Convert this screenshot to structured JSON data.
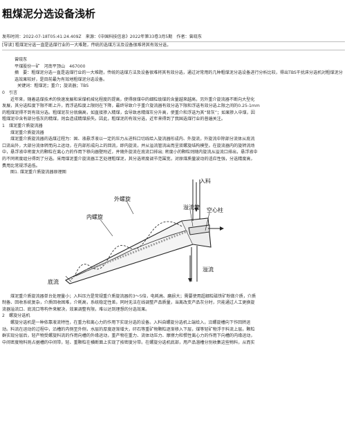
{
  "title": "粗煤泥分选设备浅析",
  "meta": "发布时间：2022-07-18T05:41:24.409Z　来源：《中国科技信息》2022年第33卷3月5期　作者：曾晓东",
  "guide": "[导读] 粗煤泥分选一直是选煤行业的一大难题，传统的选煤方法及设备很难将其有效分选，",
  "author_name": "曾晓东",
  "author_org": "平煤股份一矿　河南平顶山　467000",
  "abstract": "摘　要：粗煤泥分选一直是选煤行业的一大难题，传统的选煤方法及设备很难将其有效分选，通过对常用的几种粗煤泥分选设备进行分析比较，得出TBS干扰床分选机对粗煤泥分选效果较好，是目前最为有效地粗煤泥分选设备。",
  "keywords": "关键词：粗煤泥；重介；旋流器；TBS",
  "section0_heading": "0　引言",
  "section0_lines": [
    "近年来，随着选煤技术的快速发展和采煤机械化程度的提高，使得原煤中的细粒级煤的含量越来越高，另外重介旋流器不断向大型化",
    "发展，其分选粒度下限不断上升，而浮选粒度上限则在下降，最终导致介于重介旋流器有效分选下限和浮选有效分选上限之间的0.25-1mm",
    "的粗煤泥得不到有效分选。粗煤泥灰分就偏高，如直接掺入精煤，会导致总精煤灰分升高，使重介和浮选为其“背灰”；如果掺入中煤，因",
    "粗煤泥中含有部分低灰的精煤，则会造成精煤损失。因此，粗煤泥的有效分选，近年来得到了我国选煤行业的普遍关注。"
  ],
  "section1_heading": "1　煤泥重介质旋流器",
  "section1_sub": "煤泥重介质旋流器",
  "section1_lines": [
    "煤泥重介质旋流器的选煤过程为：固、液悬浮液以一定的压力从进料口切线给入旋流器形成内、外旋流，外旋流中除部分流体从底流",
    "口流出外，大部分流体转而向上运动，在内部形成向上的回流，即内旋流，并从溢流管流出而呈双螺旋结构模型。在旋流器内的旋转流场",
    "中，悬浮液中密度大的颗粒在离心力的作用下移向器壁附近，并随外旋流在底流口排出; 密度小的颗粒则随内旋流从溢流口排出，悬浮液中",
    "的不同密度组分得到了分选。采用煤泥重介旋流器工艺处理粗煤泥，其分选密度调节范围宽，对原煤质量波动的适应性强，分选精度高，",
    "费用比常规浮选低。"
  ],
  "figure_caption": "图1. 煤泥重介质旋流器原理图",
  "figure_labels": {
    "inlet": "入料",
    "outer_vortex": "外螺旋",
    "inner_vortex": "内螺旋",
    "overflow_pipe": "溢流管",
    "air_core": "空心柱",
    "overflow": "溢流",
    "underflow": "底流"
  },
  "section1_after_lines": [
    "煤泥重介质旋流器单台处理量小；入料压力是常规重介质旋流器的3～5倍，电耗高、磨损大；需要使用超细粒磁铁矿粉做介质，介质",
    "制备、回收系统复杂，介质回收困难，介耗高，系统稳定性差。同时无法在线调整产品质量，当离改变产品灰分时，只能通过人工更换旋",
    "流器溢流口、底流口等构件来解决，效果调整有限，难以达到理想的分选效果。"
  ],
  "section2_heading": "2　螺旋分选机",
  "section2_lines": [
    "螺旋分选机是一种依靠液流特性，在重力和离心力的作用下实现分选的设备。入料自螺旋分选机上端给入，沿螺旋槽向下作回转运",
    "动。料流在运动的过程中，沿槽的内侧至外侧，水层的厚度逐渐增大，矸石等重矿物颗粒逐渐移入下层，煤等轻矿物浮于料流上层。颗粒",
    "群实现分层后，轻产物受螺旋料流的作用向槽的外缘运动，重产物在重力、流体动压力、摩擦力和惯性离心力的作用下向槽的内缘运动，",
    "中间密度物料则占据槽的中间带，轻、重颗粒在横断面上实现了按密度分带。在螺旋分选机底部，用产品溜槽分别收集这些物料，从而实"
  ],
  "colors": {
    "text": "#333333",
    "title": "#111111",
    "divider": "#bbbbbb"
  }
}
